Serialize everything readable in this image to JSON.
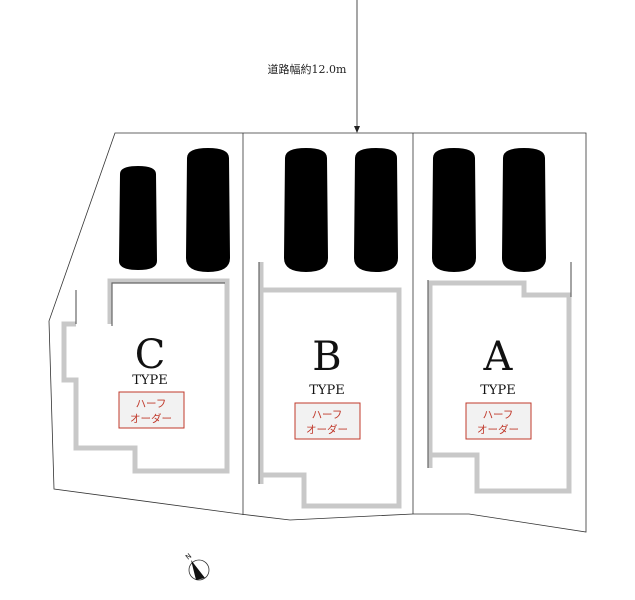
{
  "road": {
    "label": "道路幅約12.0m"
  },
  "lots": [
    {
      "id": "C",
      "letter": "C",
      "type_label": "TYPE",
      "order_line1": "ハーフ",
      "order_line2": "オーダー"
    },
    {
      "id": "B",
      "letter": "B",
      "type_label": "TYPE",
      "order_line1": "ハーフ",
      "order_line2": "オーダー"
    },
    {
      "id": "A",
      "letter": "A",
      "type_label": "TYPE",
      "order_line1": "ハーフ",
      "order_line2": "オーダー"
    }
  ],
  "colors": {
    "order_box": "#c0392b",
    "order_fill": "#f2f2f2",
    "wall": "#c8c8c8"
  },
  "compass": {
    "label": "N"
  }
}
